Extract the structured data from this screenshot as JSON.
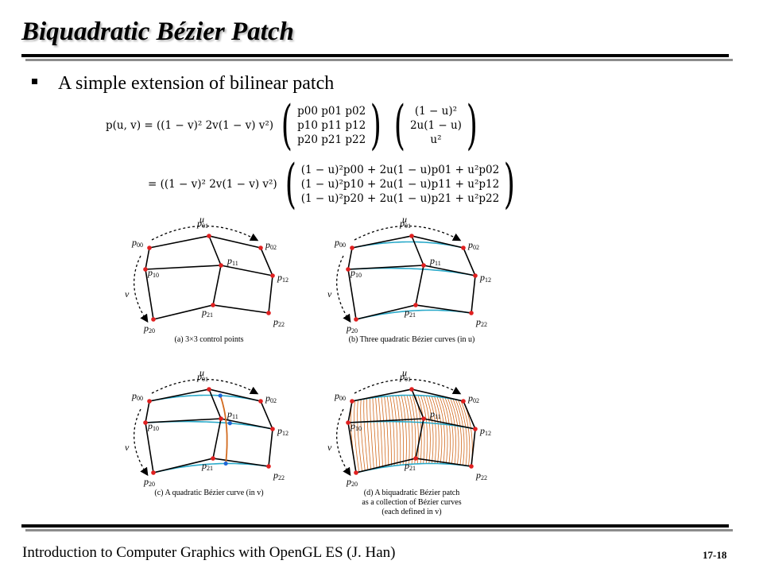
{
  "slide": {
    "title": "Biquadratic Bézier Patch",
    "bullet": "A simple extension of bilinear patch",
    "footer_left": "Introduction to Computer Graphics with OpenGL ES (J. Han)",
    "footer_right": "17-18"
  },
  "equation": {
    "lhs": "p(u, v) =",
    "row_vector": "((1 − v)² 2v(1 − v) v²)",
    "matrix_rows": [
      "p00 p01 p02",
      "p10 p11 p12",
      "p20 p21 p22"
    ],
    "col_vector": [
      "(1 − u)²",
      "2u(1 − u)",
      "u²"
    ],
    "eq2": "=",
    "expanded_rows": [
      "(1 − u)²p00 + 2u(1 − u)p01 + u²p02",
      "(1 − u)²p10 + 2u(1 − u)p11 + u²p12",
      "(1 − u)²p20 + 2u(1 − u)p21 + u²p22"
    ]
  },
  "figures": {
    "axis_u": "u",
    "axis_v": "v",
    "point_labels": [
      "p00",
      "p01",
      "p02",
      "p10",
      "p11",
      "p12",
      "p20",
      "p21",
      "p22"
    ],
    "captions": {
      "a": "(a) 3×3 control points",
      "b": "(b) Three quadratic Bézier curves (in u)",
      "c": "(c) A quadratic Bézier curve (in v)",
      "d1": "(d) A biquadratic Bézier patch",
      "d2": "as a collection of Bézier curves",
      "d3": "(each defined in v)"
    },
    "colors": {
      "control": "#e02020",
      "curve_u": "#29a9c9",
      "curve_v": "#d26a1e",
      "blue_point": "#1d66d6"
    }
  }
}
